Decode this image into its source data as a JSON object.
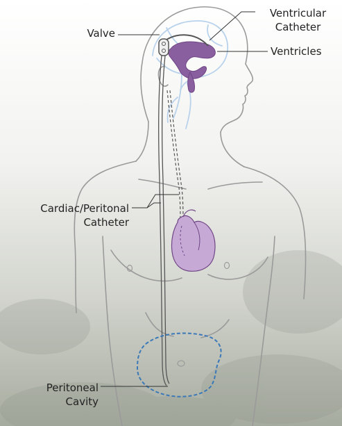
{
  "labels": {
    "valve": "Valve",
    "ventricular_catheter_line1": "Ventricular",
    "ventricular_catheter_line2": "Catheter",
    "ventricles": "Ventricles",
    "cardiac_line1": "Cardiac/Peritonal",
    "cardiac_line2": "Catheter",
    "peritoneal_line1": "Peritoneal",
    "peritoneal_line2": "Cavity"
  },
  "colors": {
    "body_outline": "#9a9a9a",
    "ventricles": "#8a5fa0",
    "heart": "#c7a9d6",
    "brain_vessels": "#b8d2ec",
    "peritoneal_outline": "#3a78b8",
    "catheter": "#555555",
    "background_top": "#ffffff",
    "background_bottom": "#aeb3a9"
  }
}
